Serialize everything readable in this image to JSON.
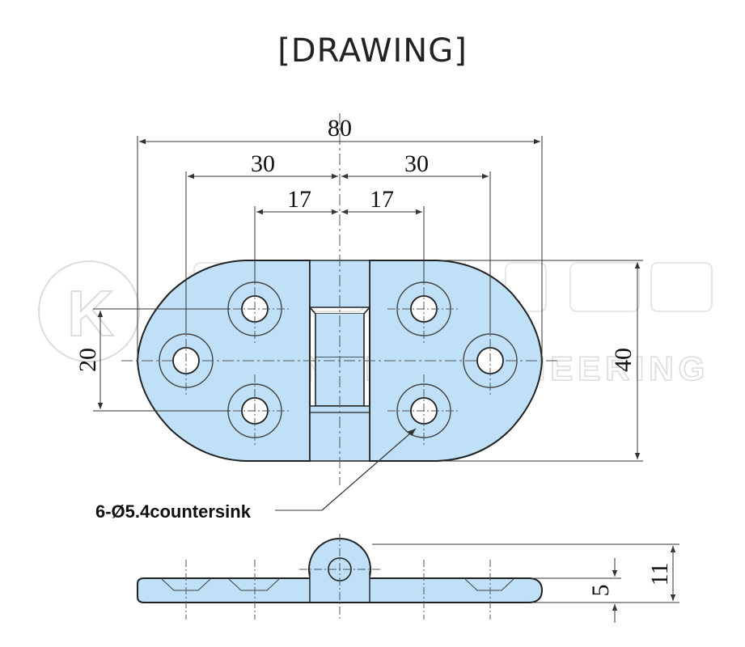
{
  "title": "[DRAWING]",
  "dimensions": {
    "overall_length": "80",
    "left_hole_spacing": "30",
    "right_hole_spacing": "30",
    "left_inner_spacing": "17",
    "right_inner_spacing": "17",
    "hole_row_spacing": "20",
    "overall_width": "40",
    "leaf_thickness": "5",
    "knuckle_height": "11"
  },
  "note": "6-Ø5.4countersink",
  "watermark": "KWANGIL ENGINEERING",
  "colors": {
    "part_fill": "#bfe0f6",
    "outline": "#222222",
    "dimension_line": "#333333",
    "watermark": "#d9d9d9"
  }
}
